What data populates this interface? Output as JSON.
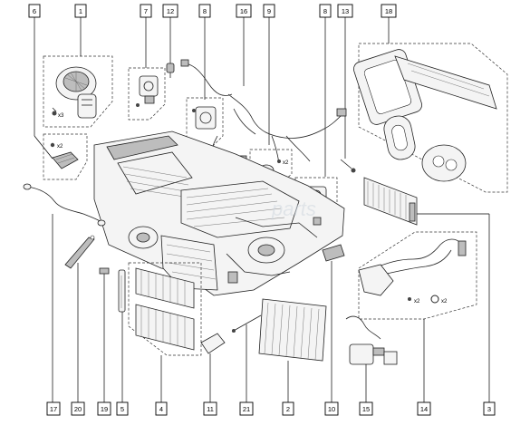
{
  "diagram": {
    "top_callouts": [
      "6",
      "1",
      "7",
      "12",
      "8",
      "16",
      "9",
      "8",
      "13",
      "18"
    ],
    "bottom_callouts": [
      "17",
      "20",
      "19",
      "5",
      "4",
      "11",
      "21",
      "2",
      "10",
      "15",
      "14",
      "3"
    ],
    "quantity_notes": {
      "blower_screws": "x3",
      "resistor_screws": "x2",
      "actuator_screws": "x2",
      "valve_screws": "x2",
      "valve_seals": "x2"
    },
    "watermark": "parts"
  }
}
